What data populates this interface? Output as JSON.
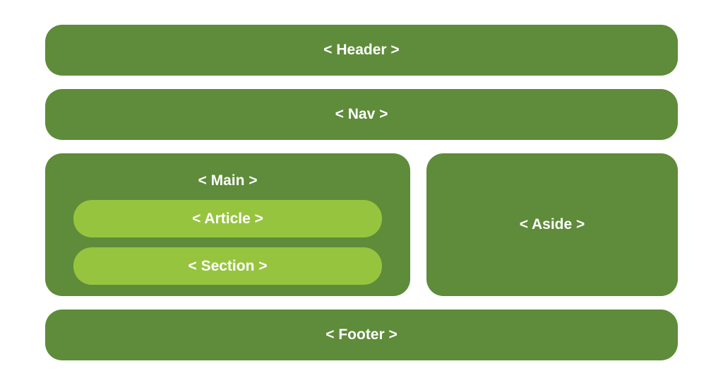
{
  "blocks": {
    "header": "< Header >",
    "nav": "< Nav >",
    "main": "< Main >",
    "article": "< Article >",
    "section": "< Section >",
    "aside": "< Aside >",
    "footer": "< Footer >"
  },
  "colors": {
    "outer_block": "#5e8c3a",
    "inner_block": "#97c43f",
    "text": "#ffffff",
    "background": "#ffffff"
  }
}
